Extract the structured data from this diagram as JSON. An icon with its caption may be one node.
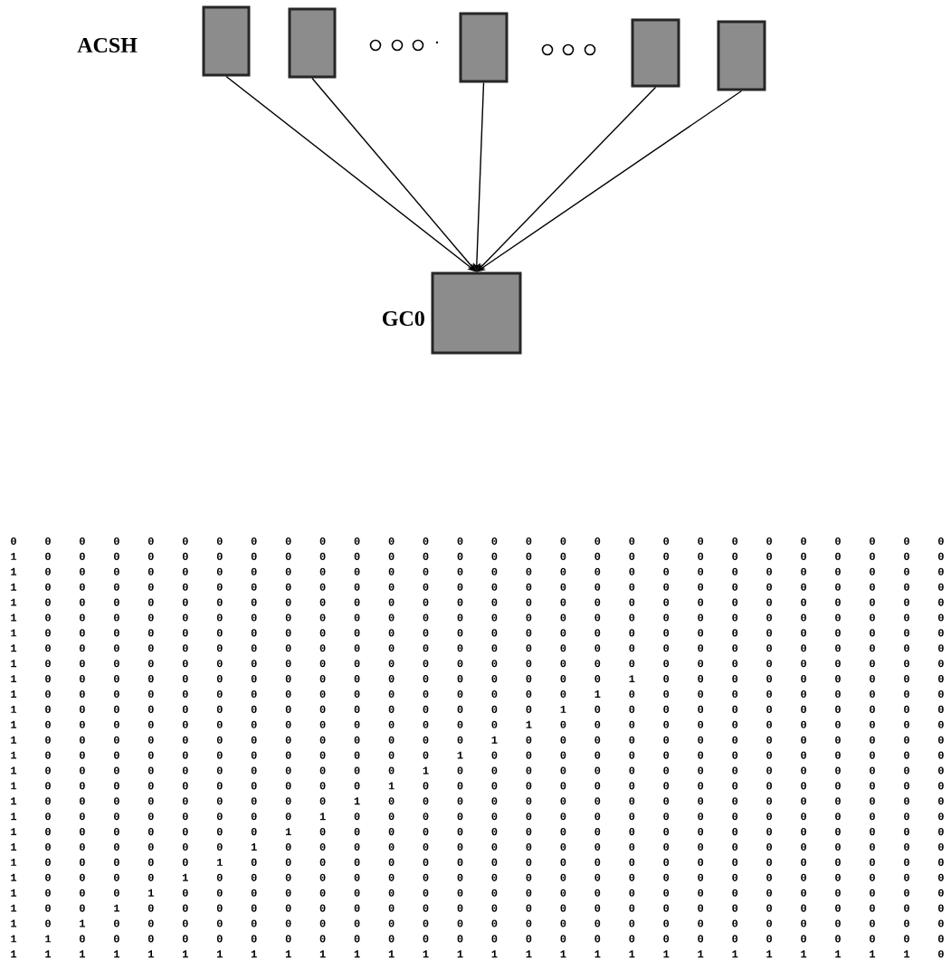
{
  "diagram": {
    "nodes": [
      {
        "text": [],
        "shape": "box"
      },
      {
        "text": [],
        "shape": "box"
      },
      {
        "text": [],
        "shape": "box"
      },
      {
        "text": [],
        "shape": "box"
      },
      {
        "text": [],
        "shape": "box"
      },
      {
        "text": [],
        "shape": "box",
        "beside": [
          "GC0"
        ]
      }
    ],
    "edges": [
      {
        "from": 0,
        "to": 5,
        "arrow": "to"
      },
      {
        "from": 1,
        "to": 5,
        "arrow": "to"
      },
      {
        "from": 2,
        "to": 5,
        "arrow": "to"
      },
      {
        "from": 3,
        "to": 5,
        "arrow": "to"
      },
      {
        "from": 4,
        "to": 5,
        "arrow": "to"
      }
    ],
    "labels": [
      "ACSH",
      "0",
      "0",
      "0",
      "0",
      "0",
      "0",
      "0",
      "0",
      "0",
      "0",
      "0",
      "0",
      "0",
      "0",
      "0",
      "0",
      "0",
      "0",
      "0",
      "0",
      "0",
      "0",
      "0",
      "0",
      "0",
      "0",
      "0",
      "0",
      "1",
      "0",
      "0",
      "0",
      "0",
      "0",
      "0",
      "0",
      "0",
      "0",
      "0",
      "0",
      "0",
      "0",
      "0",
      "0",
      "0",
      "0",
      "0",
      "0",
      "0",
      "0",
      "0",
      "0",
      "0",
      "0",
      "0",
      "0",
      "1",
      "0",
      "0",
      "0",
      "0",
      "0",
      "0",
      "0",
      "0",
      "0",
      "0",
      "0",
      "0",
      "0",
      "0",
      "0",
      "0",
      "0",
      "0",
      "0",
      "0",
      "0",
      "0",
      "0",
      "0",
      "0",
      "0",
      "0",
      "1",
      "0",
      "0",
      "0",
      "0",
      "0",
      "0",
      "0",
      "0",
      "0",
      "0",
      "0",
      "0",
      "0",
      "0",
      "0",
      "0",
      "0",
      "0",
      "0",
      "0",
      "0",
      "0",
      "0",
      "0",
      "0",
      "0",
      "0",
      "1",
      "0",
      "0",
      "0",
      "0",
      "0",
      "0",
      "0",
      "0",
      "0",
      "0",
      "0",
      "0",
      "0",
      "0",
      "0",
      "0",
      "0",
      "0",
      "0",
      "0",
      "0",
      "0",
      "0",
      "0",
      "0",
      "0",
      "0",
      "1",
      "0",
      "0",
      "0",
      "0",
      "0",
      "0",
      "0",
      "0",
      "0",
      "0",
      "0",
      "0",
      "0",
      "0",
      "0",
      "0",
      "0",
      "0",
      "0",
      "0",
      "0",
      "0",
      "0",
      "0",
      "0",
      "0",
      "0",
      "1",
      "0",
      "0",
      "0",
      "0",
      "0",
      "0",
      "0",
      "0",
      "0",
      "0",
      "0",
      "0",
      "0",
      "0",
      "0",
      "0",
      "0",
      "0",
      "0",
      "0",
      "0",
      "0",
      "0",
      "0",
      "0",
      "0",
      "0",
      "1",
      "0",
      "0",
      "0",
      "0",
      "0",
      "0",
      "0",
      "0",
      "0",
      "0",
      "0",
      "0",
      "0",
      "0",
      "0",
      "0",
      "0",
      "0",
      "0",
      "0",
      "0",
      "0",
      "0",
      "0",
      "0",
      "0",
      "0",
      "1",
      "0",
      "0",
      "0",
      "0",
      "0",
      "0",
      "0",
      "0",
      "0",
      "0",
      "0",
      "0",
      "0",
      "0",
      "0",
      "0",
      "0",
      "0",
      "0",
      "0",
      "0",
      "0",
      "0",
      "0",
      "0",
      "0",
      "0",
      "1",
      "0",
      "0",
      "0",
      "0",
      "0",
      "0",
      "0",
      "0",
      "0",
      "0",
      "0",
      "0",
      "0",
      "0",
      "0",
      "0",
      "0",
      "1",
      "0",
      "0",
      "0",
      "0",
      "0",
      "0",
      "0",
      "0",
      "0",
      "1",
      "0",
      "0",
      "0",
      "0",
      "0",
      "0",
      "0",
      "0",
      "0",
      "0",
      "0",
      "0",
      "0",
      "0",
      "0",
      "0",
      "1",
      "0",
      "0",
      "0",
      "0",
      "0",
      "0",
      "0",
      "0",
      "0",
      "0",
      "1",
      "0",
      "0",
      "0",
      "0",
      "0",
      "0",
      "0",
      "0",
      "0",
      "0",
      "0",
      "0",
      "0",
      "0",
      "0",
      "1",
      "0",
      "0",
      "0",
      "0",
      "0",
      "0",
      "0",
      "0",
      "0",
      "0",
      "0",
      "1",
      "0",
      "0",
      "0",
      "0",
      "0",
      "0",
      "0",
      "0",
      "0",
      "0",
      "0",
      "0",
      "0",
      "0",
      "1",
      "0",
      "0",
      "0",
      "0",
      "0",
      "0",
      "0",
      "0",
      "0",
      "0",
      "0",
      "0",
      "1",
      "0",
      "0",
      "0",
      "0",
      "0",
      "0",
      "0",
      "0",
      "0",
      "0",
      "0",
      "0",
      "0",
      "1",
      "0",
      "0",
      "0",
      "0",
      "0",
      "0",
      "0",
      "0",
      "0",
      "0",
      "0",
      "0",
      "0",
      "1",
      "0",
      "0",
      "0",
      "0",
      "0",
      "0",
      "0",
      "0",
      "0",
      "0",
      "0",
      "0",
      "1",
      "0",
      "0",
      "0",
      "0",
      "0",
      "0",
      "0",
      "0",
      "0",
      "0",
      "0",
      "0",
      "0",
      "0",
      "1",
      "0",
      "0",
      "0",
      "0",
      "0",
      "0",
      "0",
      "0",
      "0",
      "0",
      "0",
      "1",
      "0",
      "0",
      "0",
      "0",
      "0",
      "0",
      "0",
      "0",
      "0",
      "0",
      "0",
      "0",
      "0",
      "0",
      "0",
      "1",
      "0",
      "0",
      "0",
      "0",
      "0",
      "0",
      "0",
      "0",
      "0",
      "0",
      "1",
      "0",
      "0",
      "0",
      "0",
      "0",
      "0",
      "0",
      "0",
      "0",
      "0",
      "0",
      "0",
      "0",
      "0",
      "0",
      "0",
      "1",
      "0",
      "0",
      "0",
      "0",
      "0",
      "0",
      "0",
      "0",
      "0",
      "1",
      "0",
      "0",
      "0",
      "0",
      "0",
      "0",
      "0",
      "0",
      "0",
      "0",
      "0",
      "0",
      "0",
      "0",
      "0",
      "0",
      "0",
      "1",
      "0",
      "0",
      "0",
      "0",
      "0",
      "0",
      "0",
      "0",
      "1",
      "0",
      "0",
      "0",
      "0",
      "0",
      "0",
      "0",
      "0",
      "0",
      "0",
      "0",
      "0",
      "0",
      "0",
      "0",
      "0",
      "0",
      "0",
      "1",
      "0",
      "0",
      "0",
      "0",
      "0",
      "0",
      "0",
      "1",
      "0",
      "0",
      "0",
      "0",
      "0",
      "0",
      "0",
      "0",
      "0",
      "0",
      "0",
      "0",
      "0",
      "0",
      "0",
      "0",
      "0",
      "0",
      "0",
      "1",
      "0",
      "0",
      "0",
      "0",
      "0",
      "0",
      "1",
      "0",
      "0",
      "0",
      "0",
      "0",
      "0",
      "0",
      "0",
      "0",
      "0",
      "0",
      "0",
      "0",
      "0",
      "0",
      "0",
      "0",
      "0",
      "0",
      "0",
      "1",
      "0",
      "0",
      "0",
      "0",
      "0",
      "1",
      "0",
      "0",
      "0",
      "0",
      "0",
      "0",
      "0",
      "0",
      "0",
      "0",
      "0",
      "0",
      "0",
      "0",
      "0",
      "0",
      "0",
      "0",
      "0",
      "0",
      "0",
      "1",
      "0",
      "0",
      "0",
      "0",
      "1",
      "0",
      "0",
      "0",
      "0",
      "0",
      "0",
      "0",
      "0",
      "0",
      "0",
      "0",
      "0",
      "0",
      "0",
      "0",
      "0",
      "0",
      "0",
      "0",
      "0",
      "0",
      "0",
      "1",
      "0",
      "0",
      "0",
      "1",
      "0",
      "0",
      "0",
      "0",
      "0",
      "0",
      "0",
      "0",
      "0",
      "0",
      "0",
      "0",
      "0",
      "0",
      "0",
      "0",
      "0",
      "0",
      "0",
      "0",
      "0",
      "0",
      "0",
      "1",
      "0",
      "0",
      "1",
      "0",
      "0",
      "0",
      "0",
      "0",
      "0",
      "0",
      "0",
      "0",
      "0",
      "0",
      "0",
      "0",
      "0",
      "0",
      "0",
      "0",
      "0",
      "0",
      "0",
      "0",
      "0",
      "0",
      "0",
      "1",
      "0",
      "1",
      "0",
      "0",
      "0",
      "0",
      "0",
      "0",
      "0",
      "0",
      "0",
      "0",
      "0",
      "0",
      "0",
      "0",
      "0",
      "0",
      "0",
      "0",
      "0",
      "0",
      "0",
      "0",
      "0",
      "0",
      "0",
      "1",
      "1",
      "0",
      "0",
      "0",
      "0",
      "0",
      "0",
      "0",
      "0",
      "0",
      "0",
      "0",
      "0",
      "0",
      "0",
      "0",
      "0",
      "0",
      "0",
      "0",
      "0",
      "0",
      "0",
      "0",
      "0",
      "0",
      "0",
      "1",
      "1",
      "1",
      "1",
      "1",
      "1",
      "1",
      "1",
      "1",
      "1",
      "1",
      "1",
      "1",
      "1",
      "1",
      "1",
      "1",
      "1",
      "1",
      "1",
      "1",
      "1",
      "1",
      "1",
      "1",
      "1",
      "1",
      "0"
    ]
  }
}
